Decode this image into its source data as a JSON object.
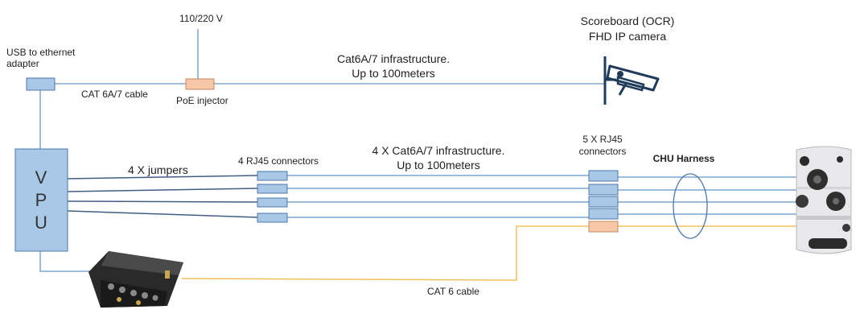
{
  "labels": {
    "usb_adapter": [
      "USB to ethernet",
      "adapter"
    ],
    "power": "110/220 V",
    "poe_injector": "PoE injector",
    "cat6a_cable": "CAT 6A/7 cable",
    "infra_top": [
      "Cat6A/7 infrastructure.",
      "Up to 100meters"
    ],
    "camera": [
      "Scoreboard (OCR)",
      "FHD IP camera"
    ],
    "vpu": [
      "V",
      "P",
      "U"
    ],
    "jumpers": "4 X jumpers",
    "rj45_4": "4 RJ45 connectors",
    "infra_mid": [
      "4 X Cat6A/7 infrastructure.",
      "Up to 100meters"
    ],
    "rj45_5": [
      "5 X RJ45",
      "connectors"
    ],
    "harness": "CHU Harness",
    "cat6": "CAT 6 cable"
  },
  "icons": {
    "camera": "security-camera-icon",
    "audio": "audio-interface-icon",
    "chu": "chu-camera-unit-icon"
  },
  "colors": {
    "blue_line": "#7fa6cf",
    "dark_line": "#3e5f82",
    "orange_line": "#f3c15a",
    "connector_fill": "#a9c8e8",
    "connector_stroke": "#4a78a8",
    "injector_fill": "#f6c8a8",
    "injector_stroke": "#c48a60"
  }
}
